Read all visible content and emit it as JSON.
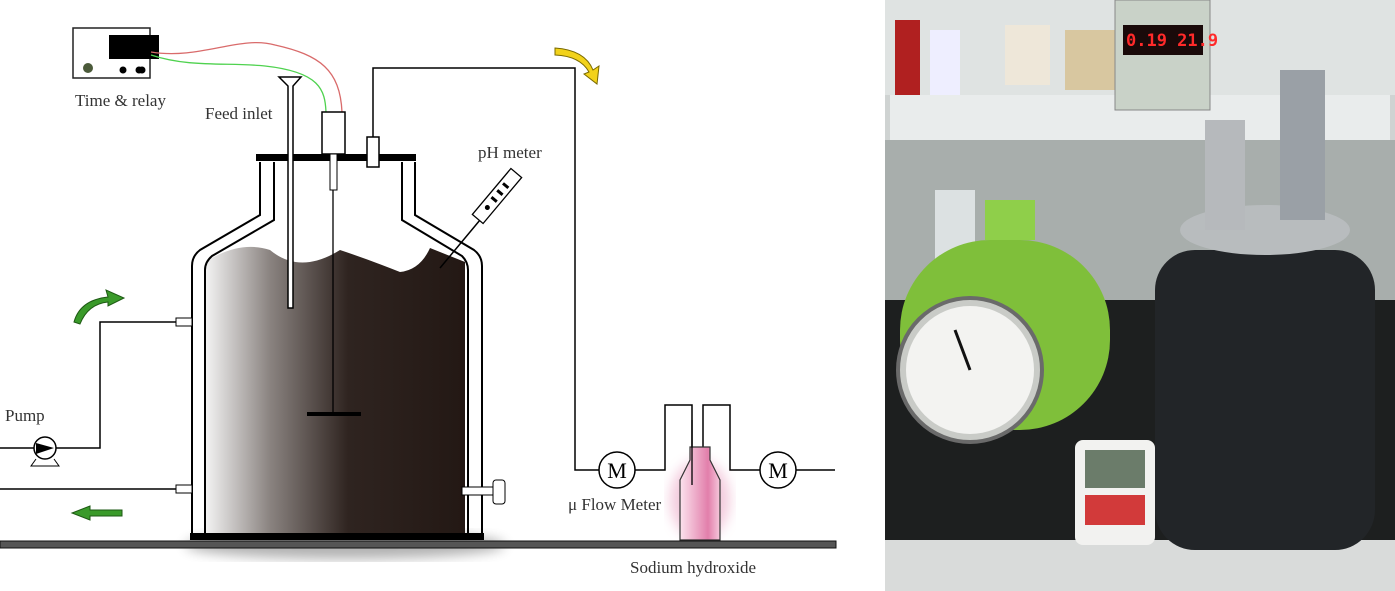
{
  "diagram": {
    "labels": {
      "timer": "Time & relay",
      "feed": "Feed inlet",
      "ph": "pH meter",
      "pump": "Pump",
      "flow_meter": "μ Flow Meter",
      "naoh": "Sodium hydroxide",
      "meter_symbol_1": "M",
      "meter_symbol_2": "M"
    },
    "colors": {
      "sludge": "#2a1d19",
      "arrow_green": "#3a9a2a",
      "arrow_yellow": "#f2d21a",
      "wire_red": "#d96b6b",
      "wire_green": "#4fd24f",
      "naoh": "#e6a0c0"
    }
  },
  "photo": {
    "power_supply_display": "0.19  21.9"
  }
}
